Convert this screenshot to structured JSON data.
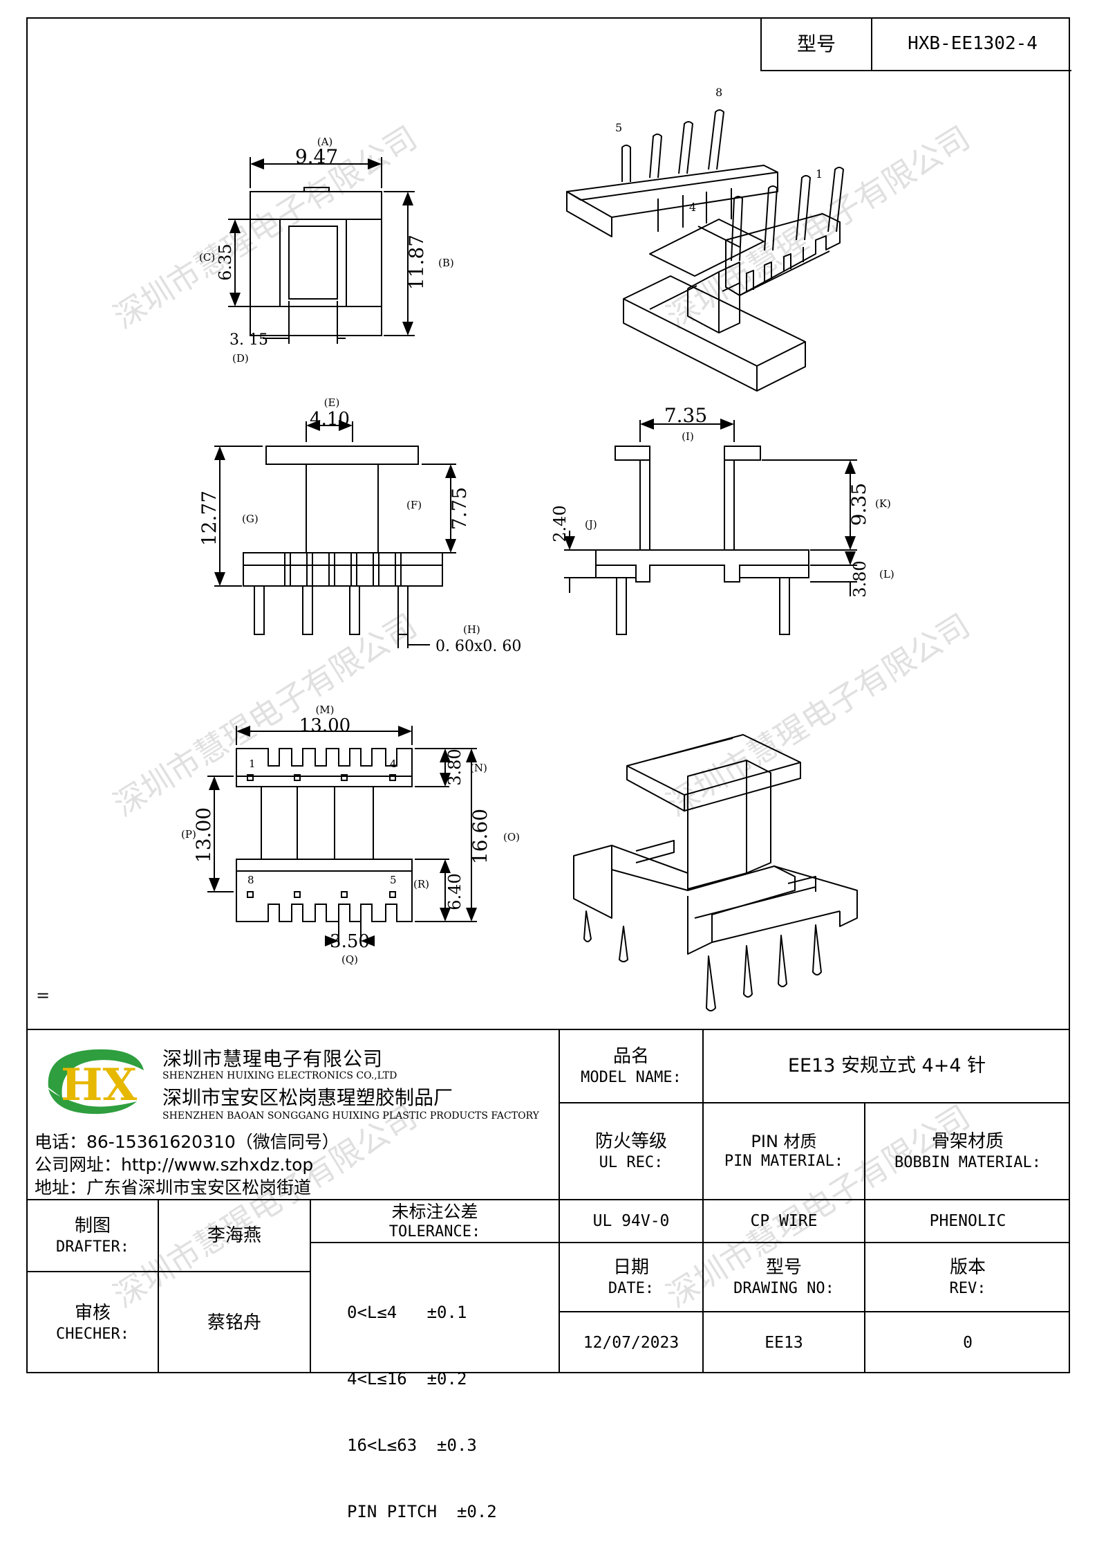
{
  "header": {
    "model_label": "型号",
    "model_value": "HXB-EE1302-4"
  },
  "watermark": "深圳市慧瑆电子有限公司",
  "drawing": {
    "top_view": {
      "a_label": "(A)",
      "a_value": "9.47",
      "b_label": "(B)",
      "b_value": "11.87",
      "c_label": "(C)",
      "c_value": "6.35",
      "d_label": "(D)",
      "d_value": "3. 15"
    },
    "front_view": {
      "e_label": "(E)",
      "e_value": "4.10",
      "f_label": "(F)",
      "f_value": "7.75",
      "g_label": "(G)",
      "g_value": "12.77",
      "h_label": "(H)",
      "h_value": "0. 60x0. 60"
    },
    "side_view": {
      "i_label": "(I)",
      "i_value": "7.35",
      "j_label": "(J)",
      "j_value": "2.40",
      "k_label": "(K)",
      "k_value": "9.35",
      "l_label": "(L)",
      "l_value": "3.80"
    },
    "bottom_view": {
      "m_label": "(M)",
      "m_value": "13.00",
      "n_label": "(N)",
      "n_value": "3.80",
      "o_label": "(O)",
      "o_value": "16.60",
      "p_label": "(P)",
      "p_value": "13.00",
      "q_label": "(Q)",
      "q_value": "3.50",
      "r_label": "(R)",
      "r_value": "6.40",
      "pin1": "1",
      "pin4": "4",
      "pin8": "8",
      "pin5": "5"
    },
    "iso_top": {
      "pin5": "5",
      "pin8": "8",
      "pin4": "4",
      "pin1": "1"
    },
    "marks": {
      "equals": "="
    }
  },
  "company": {
    "name_cn": "深圳市慧瑆电子有限公司",
    "name_en": "SHENZHEN HUIXING ELECTRONICS CO.,LTD",
    "factory_cn": "深圳市宝安区松岗惠瑆塑胶制品厂",
    "factory_en": "SHENZHEN BAOAN SONGGANG HUIXING PLASTIC PRODUCTS FACTORY",
    "phone": "电话：86-15361620310（微信同号）",
    "website": "公司网址：http://www.szhxdz.top",
    "address": "地址：广东省深圳市宝安区松岗街道",
    "logo_text": "HX",
    "logo_colors": {
      "green": "#2e9e3e",
      "yellow": "#e6b800"
    }
  },
  "title_block": {
    "model_name_cn": "品名",
    "model_name_en": "MODEL NAME:",
    "model_name_value": "EE13 安规立式 4+4 针",
    "ul_rec_cn": "防火等级",
    "ul_rec_en": "UL REC:",
    "pin_material_cn": "PIN 材质",
    "pin_material_en": "PIN MATERIAL:",
    "bobbin_material_cn": "骨架材质",
    "bobbin_material_en": "BOBBIN MATERIAL:",
    "ul_value": "UL 94V-0",
    "pin_value": "CP WIRE",
    "bobbin_value": "PHENOLIC",
    "drafter_cn": "制图",
    "drafter_en": "DRAFTER:",
    "drafter_name": "李海燕",
    "checker_cn": "审核",
    "checker_en": "CHECHER:",
    "checker_name": "蔡铭舟",
    "tolerance_cn": "未标注公差",
    "tolerance_en": "TOLERANCE:",
    "tolerances": [
      "0<L≤4   ±0.1",
      "4<L≤16  ±0.2",
      "16<L≤63  ±0.3",
      "PIN PITCH  ±0.2"
    ],
    "date_cn": "日期",
    "date_en": "DATE:",
    "date_value": "12/07/2023",
    "drawing_no_cn": "型号",
    "drawing_no_en": "DRAWING NO:",
    "drawing_no_value": "EE13",
    "rev_cn": "版本",
    "rev_en": "REV:",
    "rev_value": "0"
  }
}
